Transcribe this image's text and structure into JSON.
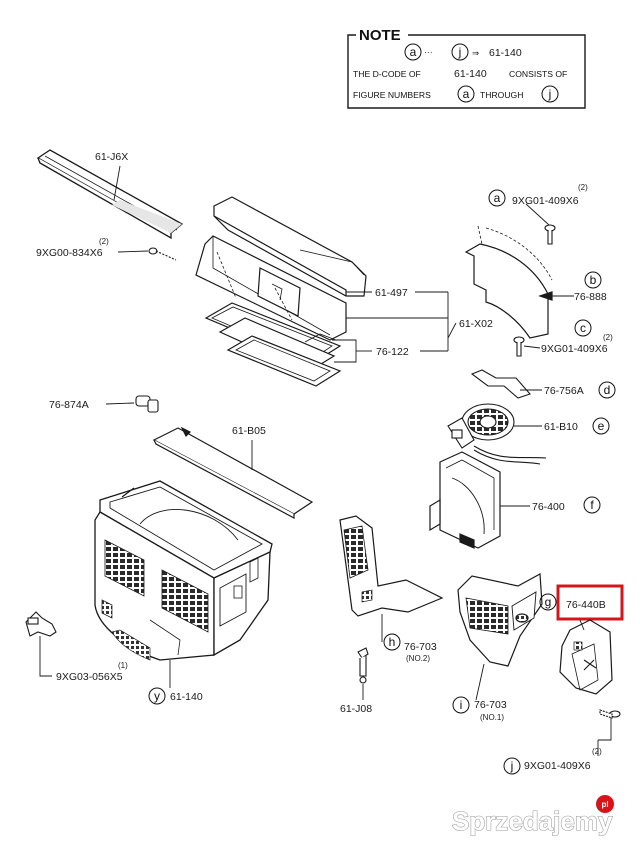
{
  "note": {
    "title": "NOTE",
    "range_from": "a",
    "range_to": "j",
    "range_code": "61-140",
    "line2_a": "THE D-CODE OF",
    "line2_code": "61-140",
    "line2_b": "CONSISTS OF",
    "line3_a": "FIGURE NUMBERS",
    "line3_from": "a",
    "line3_b": "THROUGH",
    "line3_to": "j"
  },
  "parts": {
    "p61J6X": "61-J6X",
    "screw_left_qty": "(2)",
    "screw_left_code": "9XG00-834X6",
    "p61_497": "61-497",
    "p61_X02": "61-X02",
    "p76_122": "76-122",
    "p76_874A": "76-874A",
    "p61_B05": "61-B05",
    "p61_140": "61-140",
    "p61_140_letter": "y",
    "clip_qty": "(1)",
    "clip_code": "9XG03-056X5",
    "a_letter": "a",
    "a_qty": "(2)",
    "a_code": "9XG01-409X6",
    "b_letter": "b",
    "b_code": "76-888",
    "c_letter": "c",
    "c_qty": "(2)",
    "c_code": "9XG01-409X6",
    "d_letter": "d",
    "d_code": "76-756A",
    "e_letter": "e",
    "e_code": "61-B10",
    "f_letter": "f",
    "f_code": "76-400",
    "g_letter": "g",
    "g_code": "76-440B",
    "h_letter": "h",
    "h_code": "76-703",
    "h_sub": "(NO.2)",
    "i_letter": "i",
    "i_code": "76-703",
    "i_sub": "(NO.1)",
    "j_letter": "j",
    "j_qty": "(2)",
    "j_code": "9XG01-409X6",
    "p61_J08": "61-J08"
  },
  "watermark": {
    "text": "Sprzedajemy",
    "badge": "pl"
  },
  "colors": {
    "line": "#1a1a1a",
    "highlight": "#d8141b",
    "watermark_badge": "#d8141b"
  }
}
